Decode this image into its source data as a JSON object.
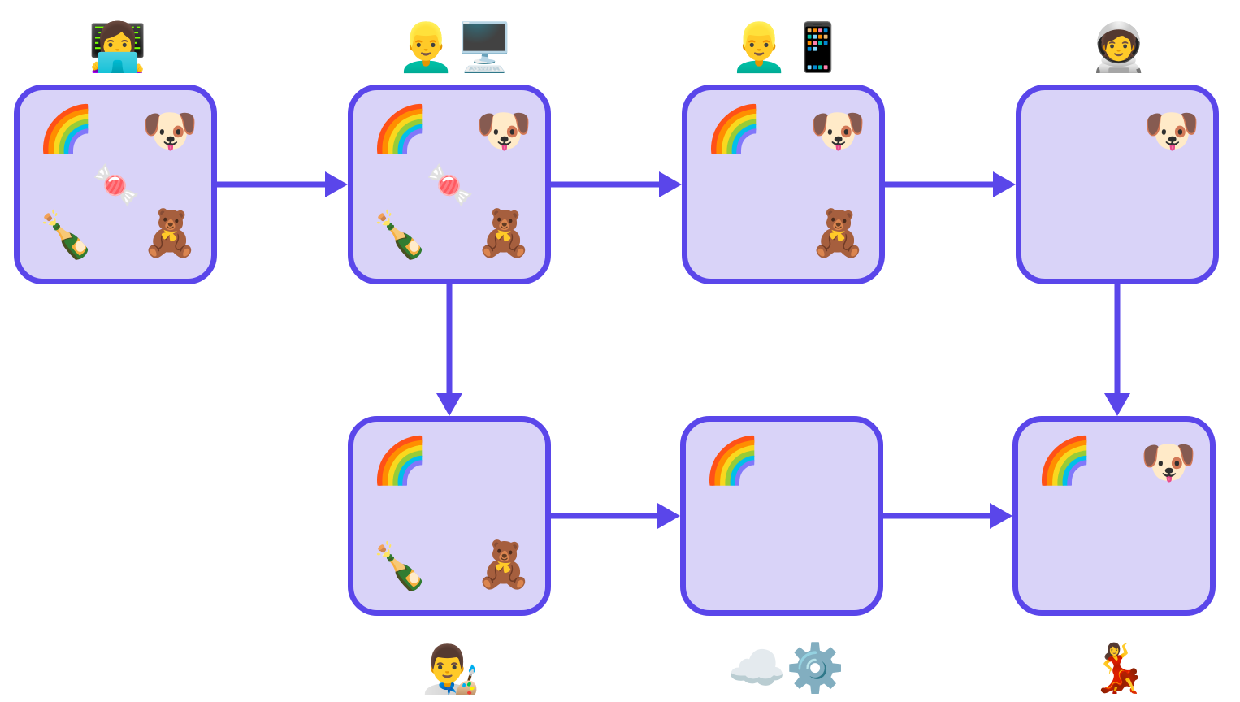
{
  "colors": {
    "box_fill": "#d9d3f8",
    "box_border": "#5a46ea",
    "arrow": "#5a46ea"
  },
  "icons": {
    "rainbow": "🌈",
    "dog": "🐶",
    "candy": "🍬",
    "champagne": "🍾",
    "bear": "🧸",
    "woman_laptop": "👩‍💻",
    "man_blond": "👱‍♂️",
    "desktop_computer": "🖥️",
    "mobile_phone": "📱",
    "astronaut": "🧑‍🚀",
    "artist": "👨‍🎨",
    "cloud": "☁️",
    "gear": "⚙️",
    "dancer": "💃"
  },
  "nodes": [
    {
      "id": "n1",
      "items": [
        "rainbow",
        "dog",
        "candy",
        "champagne",
        "bear"
      ]
    },
    {
      "id": "n2",
      "items": [
        "rainbow",
        "dog",
        "candy",
        "champagne",
        "bear"
      ]
    },
    {
      "id": "n3",
      "items": [
        "rainbow",
        "dog",
        "bear"
      ]
    },
    {
      "id": "n4",
      "items": [
        "dog"
      ]
    },
    {
      "id": "n5",
      "items": [
        "rainbow",
        "champagne",
        "bear"
      ]
    },
    {
      "id": "n6",
      "items": [
        "rainbow"
      ]
    },
    {
      "id": "n7",
      "items": [
        "rainbow",
        "dog"
      ]
    }
  ],
  "actors": [
    {
      "node": "n1",
      "icons": [
        "woman_laptop"
      ]
    },
    {
      "node": "n2",
      "icons": [
        "man_blond",
        "desktop_computer"
      ]
    },
    {
      "node": "n3",
      "icons": [
        "man_blond",
        "mobile_phone"
      ]
    },
    {
      "node": "n4",
      "icons": [
        "astronaut"
      ]
    },
    {
      "node": "n5",
      "icons": [
        "artist"
      ]
    },
    {
      "node": "n6",
      "icons": [
        "cloud",
        "gear"
      ]
    },
    {
      "node": "n7",
      "icons": [
        "dancer"
      ]
    }
  ],
  "edges": [
    {
      "from": "n1",
      "to": "n2"
    },
    {
      "from": "n2",
      "to": "n3"
    },
    {
      "from": "n3",
      "to": "n4"
    },
    {
      "from": "n2",
      "to": "n5"
    },
    {
      "from": "n4",
      "to": "n7"
    },
    {
      "from": "n5",
      "to": "n6"
    },
    {
      "from": "n6",
      "to": "n7"
    }
  ]
}
